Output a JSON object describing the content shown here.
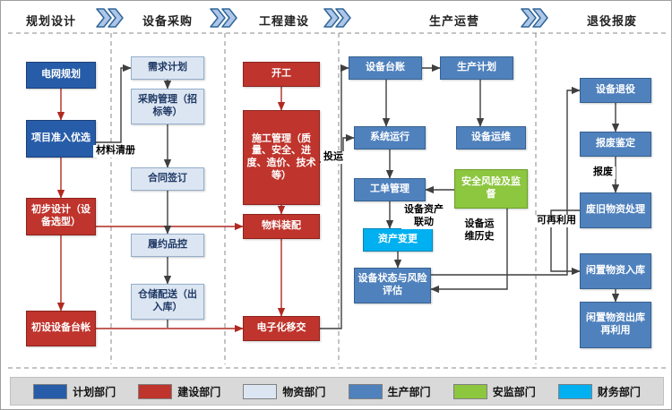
{
  "header": {
    "phases": [
      "规划设计",
      "设备采购",
      "工程建设",
      "生产运营",
      "退役报废"
    ]
  },
  "nodes": {
    "grid_planning": {
      "label": "电网规划",
      "dept": "计划部门"
    },
    "project_access": {
      "label": "项目准入优选",
      "dept": "计划部门"
    },
    "preliminary_design": {
      "label": "初步设计（设备选型）",
      "dept": "建设部门"
    },
    "initial_ledger": {
      "label": "初设设备台帐",
      "dept": "建设部门"
    },
    "demand_plan": {
      "label": "需求计划",
      "dept": "物资部门"
    },
    "procurement": {
      "label": "采购管理（招标等）",
      "dept": "物资部门"
    },
    "contract": {
      "label": "合同签订",
      "dept": "物资部门"
    },
    "quality_control": {
      "label": "履约品控",
      "dept": "物资部门"
    },
    "warehouse": {
      "label": "仓储配送（出入库）",
      "dept": "物资部门"
    },
    "construction_start": {
      "label": "开工",
      "dept": "建设部门"
    },
    "construction_mgmt": {
      "label": "施工管理（质量、安全、进度、造价、技术等）",
      "dept": "建设部门"
    },
    "material_assembly": {
      "label": "物料装配",
      "dept": "建设部门"
    },
    "electronic_handover": {
      "label": "电子化移交",
      "dept": "建设部门"
    },
    "equipment_ledger": {
      "label": "设备台账",
      "dept": "生产部门"
    },
    "production_plan": {
      "label": "生产计划",
      "dept": "生产部门"
    },
    "system_operation": {
      "label": "系统运行",
      "dept": "生产部门"
    },
    "equipment_om": {
      "label": "设备运维",
      "dept": "生产部门"
    },
    "work_order": {
      "label": "工单管理",
      "dept": "生产部门"
    },
    "safety_risk": {
      "label": "安全风险及监督",
      "dept": "安监部门"
    },
    "asset_change": {
      "label": "资产变更",
      "dept": "财务部门"
    },
    "condition_assessment": {
      "label": "设备状态与风险评估",
      "dept": "生产部门"
    },
    "decommission": {
      "label": "设备退役",
      "dept": "生产部门"
    },
    "scrap_appraisal": {
      "label": "报废鉴定",
      "dept": "生产部门"
    },
    "waste_disposal": {
      "label": "废旧物资处理",
      "dept": "生产部门"
    },
    "idle_storage": {
      "label": "闲置物资入库",
      "dept": "生产部门"
    },
    "idle_reuse": {
      "label": "闲置物资出库再利用",
      "dept": "生产部门"
    }
  },
  "edge_labels": {
    "material_list": "材料清册",
    "commissioning": "投运",
    "asset_linkage": "设备资产联动",
    "om_history": "设备运维历史",
    "scrap": "报废",
    "reusable": "可再利用"
  },
  "legend": {
    "items": [
      {
        "label": "计划部门",
        "color": "#275ca8"
      },
      {
        "label": "建设部门",
        "color": "#bf342c"
      },
      {
        "label": "物资部门",
        "color": "#dce6f2"
      },
      {
        "label": "生产部门",
        "color": "#4f81bd"
      },
      {
        "label": "安监部门",
        "color": "#8dc63f"
      },
      {
        "label": "财务部门",
        "color": "#00b0f0"
      }
    ]
  }
}
